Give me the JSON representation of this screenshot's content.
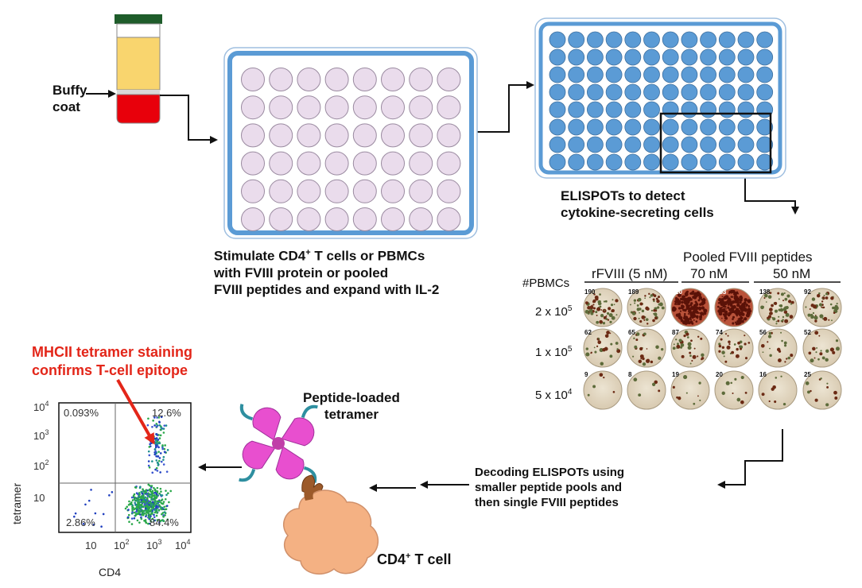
{
  "buffy_coat": {
    "line1": "Buffy",
    "line2": "coat"
  },
  "stimulate": {
    "line1_pre": "Stimulate CD4",
    "line1_sup": "+",
    "line1_post": " T cells or PBMCs",
    "line2": "with FVIII protein or pooled",
    "line3": "FVIII peptides and expand with IL-2"
  },
  "elispot_label": {
    "line1": "ELISPOTs to detect",
    "line2": "cytokine-secreting cells"
  },
  "elispot_panel": {
    "group_pooled": "Pooled FVIII peptides",
    "col_rfviii": "rFVIII (5 nM)",
    "col_70": "70 nM",
    "col_50": "50 nM",
    "row_header": "#PBMCs",
    "rows": [
      {
        "label_base": "2 x 10",
        "label_exp": "5",
        "counts": [
          "190",
          "189",
          "110",
          "153",
          "138",
          "92"
        ]
      },
      {
        "label_base": "1 x 10",
        "label_exp": "5",
        "counts": [
          "62",
          "65",
          "87",
          "74",
          "56",
          "52"
        ]
      },
      {
        "label_base": "5 x 10",
        "label_exp": "4",
        "counts": [
          "9",
          "8",
          "19",
          "20",
          "16",
          "25"
        ]
      }
    ]
  },
  "decoding": {
    "line1": "Decoding ELISPOTs using",
    "line2": "smaller peptide pools and",
    "line3": "then single FVIII peptides"
  },
  "tetramer_label": {
    "line1": "Peptide-loaded",
    "line2": "tetramer"
  },
  "tcell_label": {
    "pre": "CD4",
    "sup": "+",
    "post": " T cell"
  },
  "mhcii": {
    "line1": "MHCII tetramer staining",
    "line2": "confirms T-cell epitope"
  },
  "flow_plot": {
    "y_label": "tetramer",
    "x_label": "CD4",
    "q_top_left": "0.093%",
    "q_top_right": "12.6%",
    "q_bottom_left": "2.86%",
    "q_bottom_right": "84.4%",
    "y_ticks": [
      "10",
      "10",
      "10",
      "10"
    ],
    "y_tick_exps": [
      "4",
      "3",
      "2",
      ""
    ],
    "x_ticks": [
      "10",
      "10",
      "10",
      "10"
    ],
    "x_tick_exps": [
      "",
      "2",
      "3",
      "4"
    ]
  },
  "colors": {
    "plate_border": "#5b9bd5",
    "well_light": "#eadcec",
    "well_blue": "#5b9bd5",
    "plasma": "#f9d56e",
    "blood": "#e8000b",
    "cap": "#1e5c2a",
    "mhcii_red": "#e32619",
    "tetramer_pink": "#e84fcf",
    "tcell_orange": "#f4b183"
  }
}
